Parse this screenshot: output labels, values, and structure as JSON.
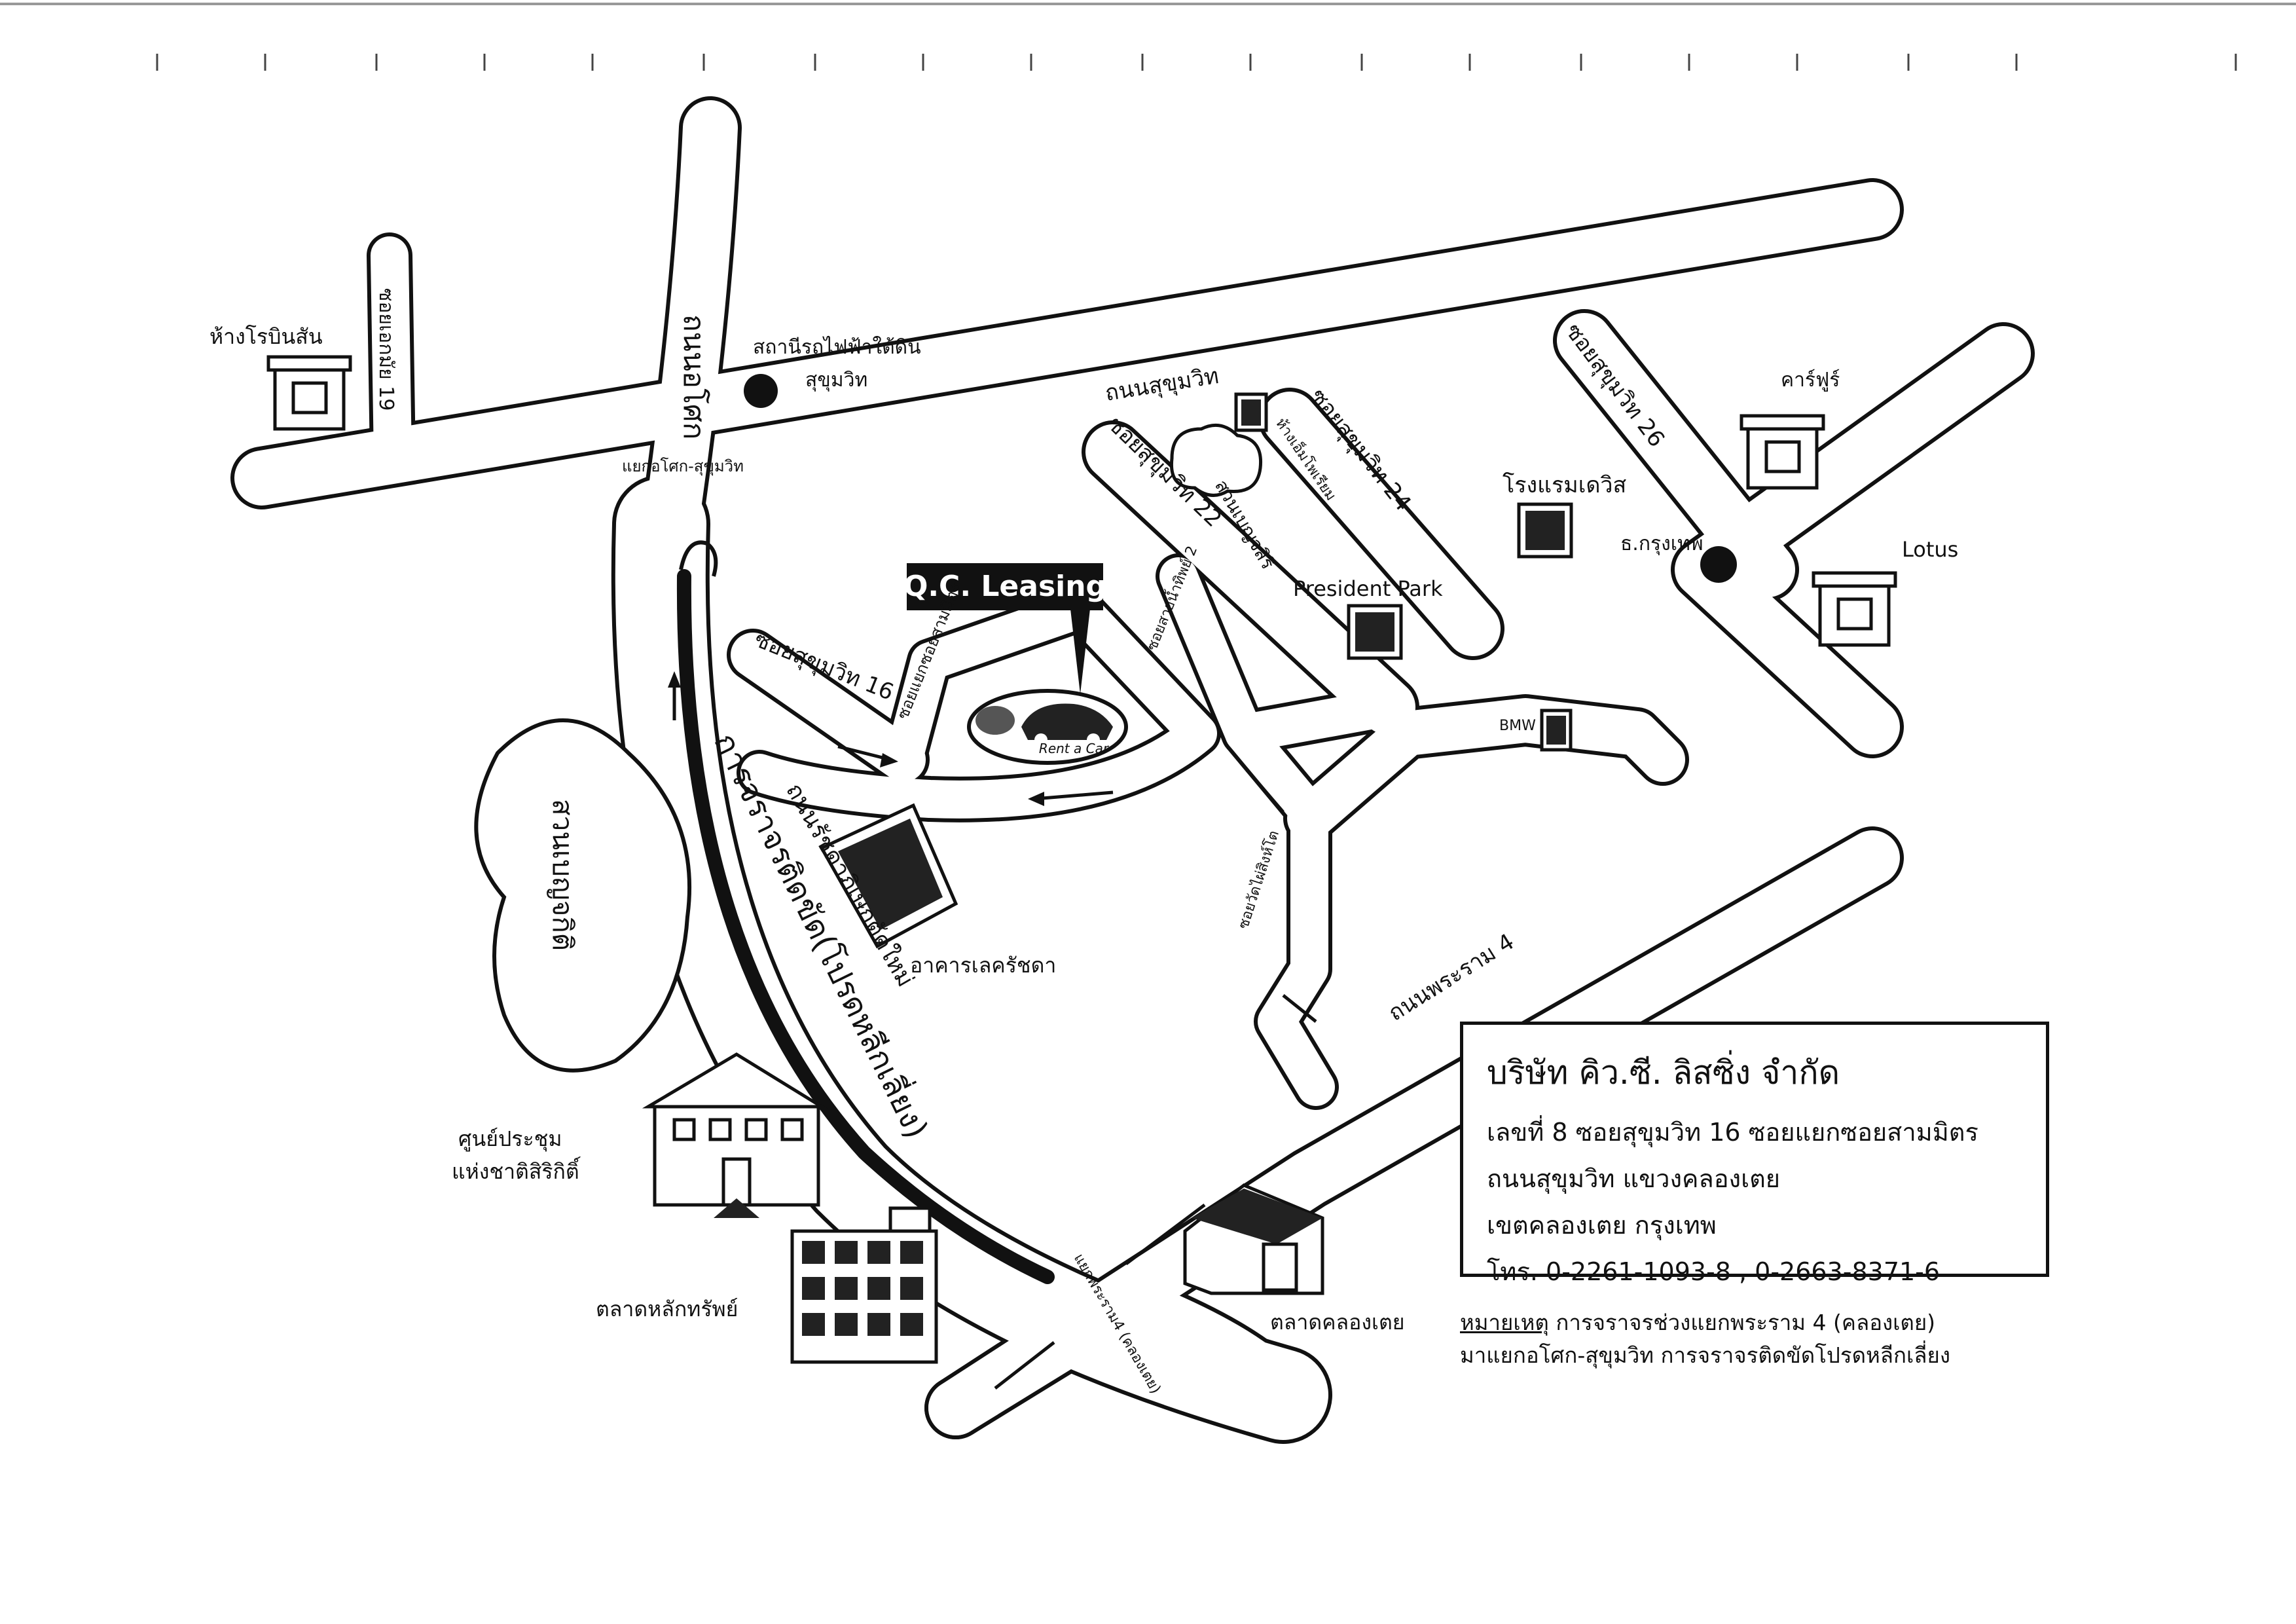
{
  "roads": {
    "sukhumvit": "ถนนสุขุมวิท",
    "asoke": "ถนนอโศก",
    "rama4": "ถนนพระราม 4",
    "soi16": "ซอยสุขุมวิท 16",
    "soi22": "ซอยสุขุมวิท 22",
    "soi24": "ซอยสุขุมวิท 24",
    "soi26": "ซอยสุขุมวิท 26",
    "soi19": "ซอยเอกมัย 19",
    "soi_sammit": "ซอยแยกซอยสามมิตร",
    "soi_sai_nam_thip": "ซอยสายน้ำทิพย์ 2",
    "soi_wat_sing": "ซอยวัดไผ่สิงห์โต",
    "expressway": "การจราจรติดขัด(โปรดหลีกเลี่ยง)",
    "new_road": "ถนนรัชดาภิเษกตัดใหม่"
  },
  "intersections": {
    "asoke_sukhumvit": "แยกอโศก-สุขุมวิท",
    "rama4_klongtoey": "แยกพระราม4 (คลองเตย)"
  },
  "landmarks": {
    "robinson": "ห้างโรบินสัน",
    "mrt": [
      "สถานีรถไฟฟ้าใต้ดิน",
      "สุขุมวิท"
    ],
    "emporium": "ห้างเอ็มโพเรียม",
    "benjasiri": "สวนเบญจสิริ",
    "davis": "โรงแรมเดวิส",
    "president_park": "President Park",
    "carrefour": "คาร์ฟูร์",
    "bangkok_bank": "ธ.กรุงเทพ",
    "lotus": "Lotus",
    "bmw": "BMW",
    "benjakitti": "สวนเบญจกิติ",
    "lake_rajada": "อาคารเลครัชดา",
    "qsncc": [
      "ศูนย์ประชุม",
      "แห่งชาติสิริกิติ์"
    ],
    "set": "ตลาดหลักทรัพย์",
    "klongtoey_market": "ตลาดคลองเตย"
  },
  "qc": {
    "name": "Q.C. Leasing",
    "logo_text": "Rent a Car"
  },
  "company": {
    "name": "บริษัท คิว.ซี. ลิสซิ่ง จำกัด",
    "address_1": "เลขที่ 8 ซอยสุขุมวิท 16 ซอยแยกซอยสามมิตร",
    "address_2": "ถนนสุขุมวิท แขวงคลองเตย",
    "address_3": "เขตคลองเตย กรุงเทพ",
    "phone": "โทร. 0-2261-1093-8 , 0-2663-8371-6"
  },
  "note": {
    "title": "หมายเหตุ",
    "line_1": " การจราจรช่วงแยกพระราม 4 (คลองเตย)",
    "line_2": "มาแยกอโศก-สุขุมวิท การจราจรติดขัดโปรดหลีกเลี่ยง"
  },
  "colors": {
    "ink": "#111111",
    "paper": "#ffffff"
  },
  "icons": [
    "building-icon",
    "station-dot-icon",
    "bank-dot-icon",
    "car-logo-icon",
    "one-way-arrow-icon"
  ]
}
